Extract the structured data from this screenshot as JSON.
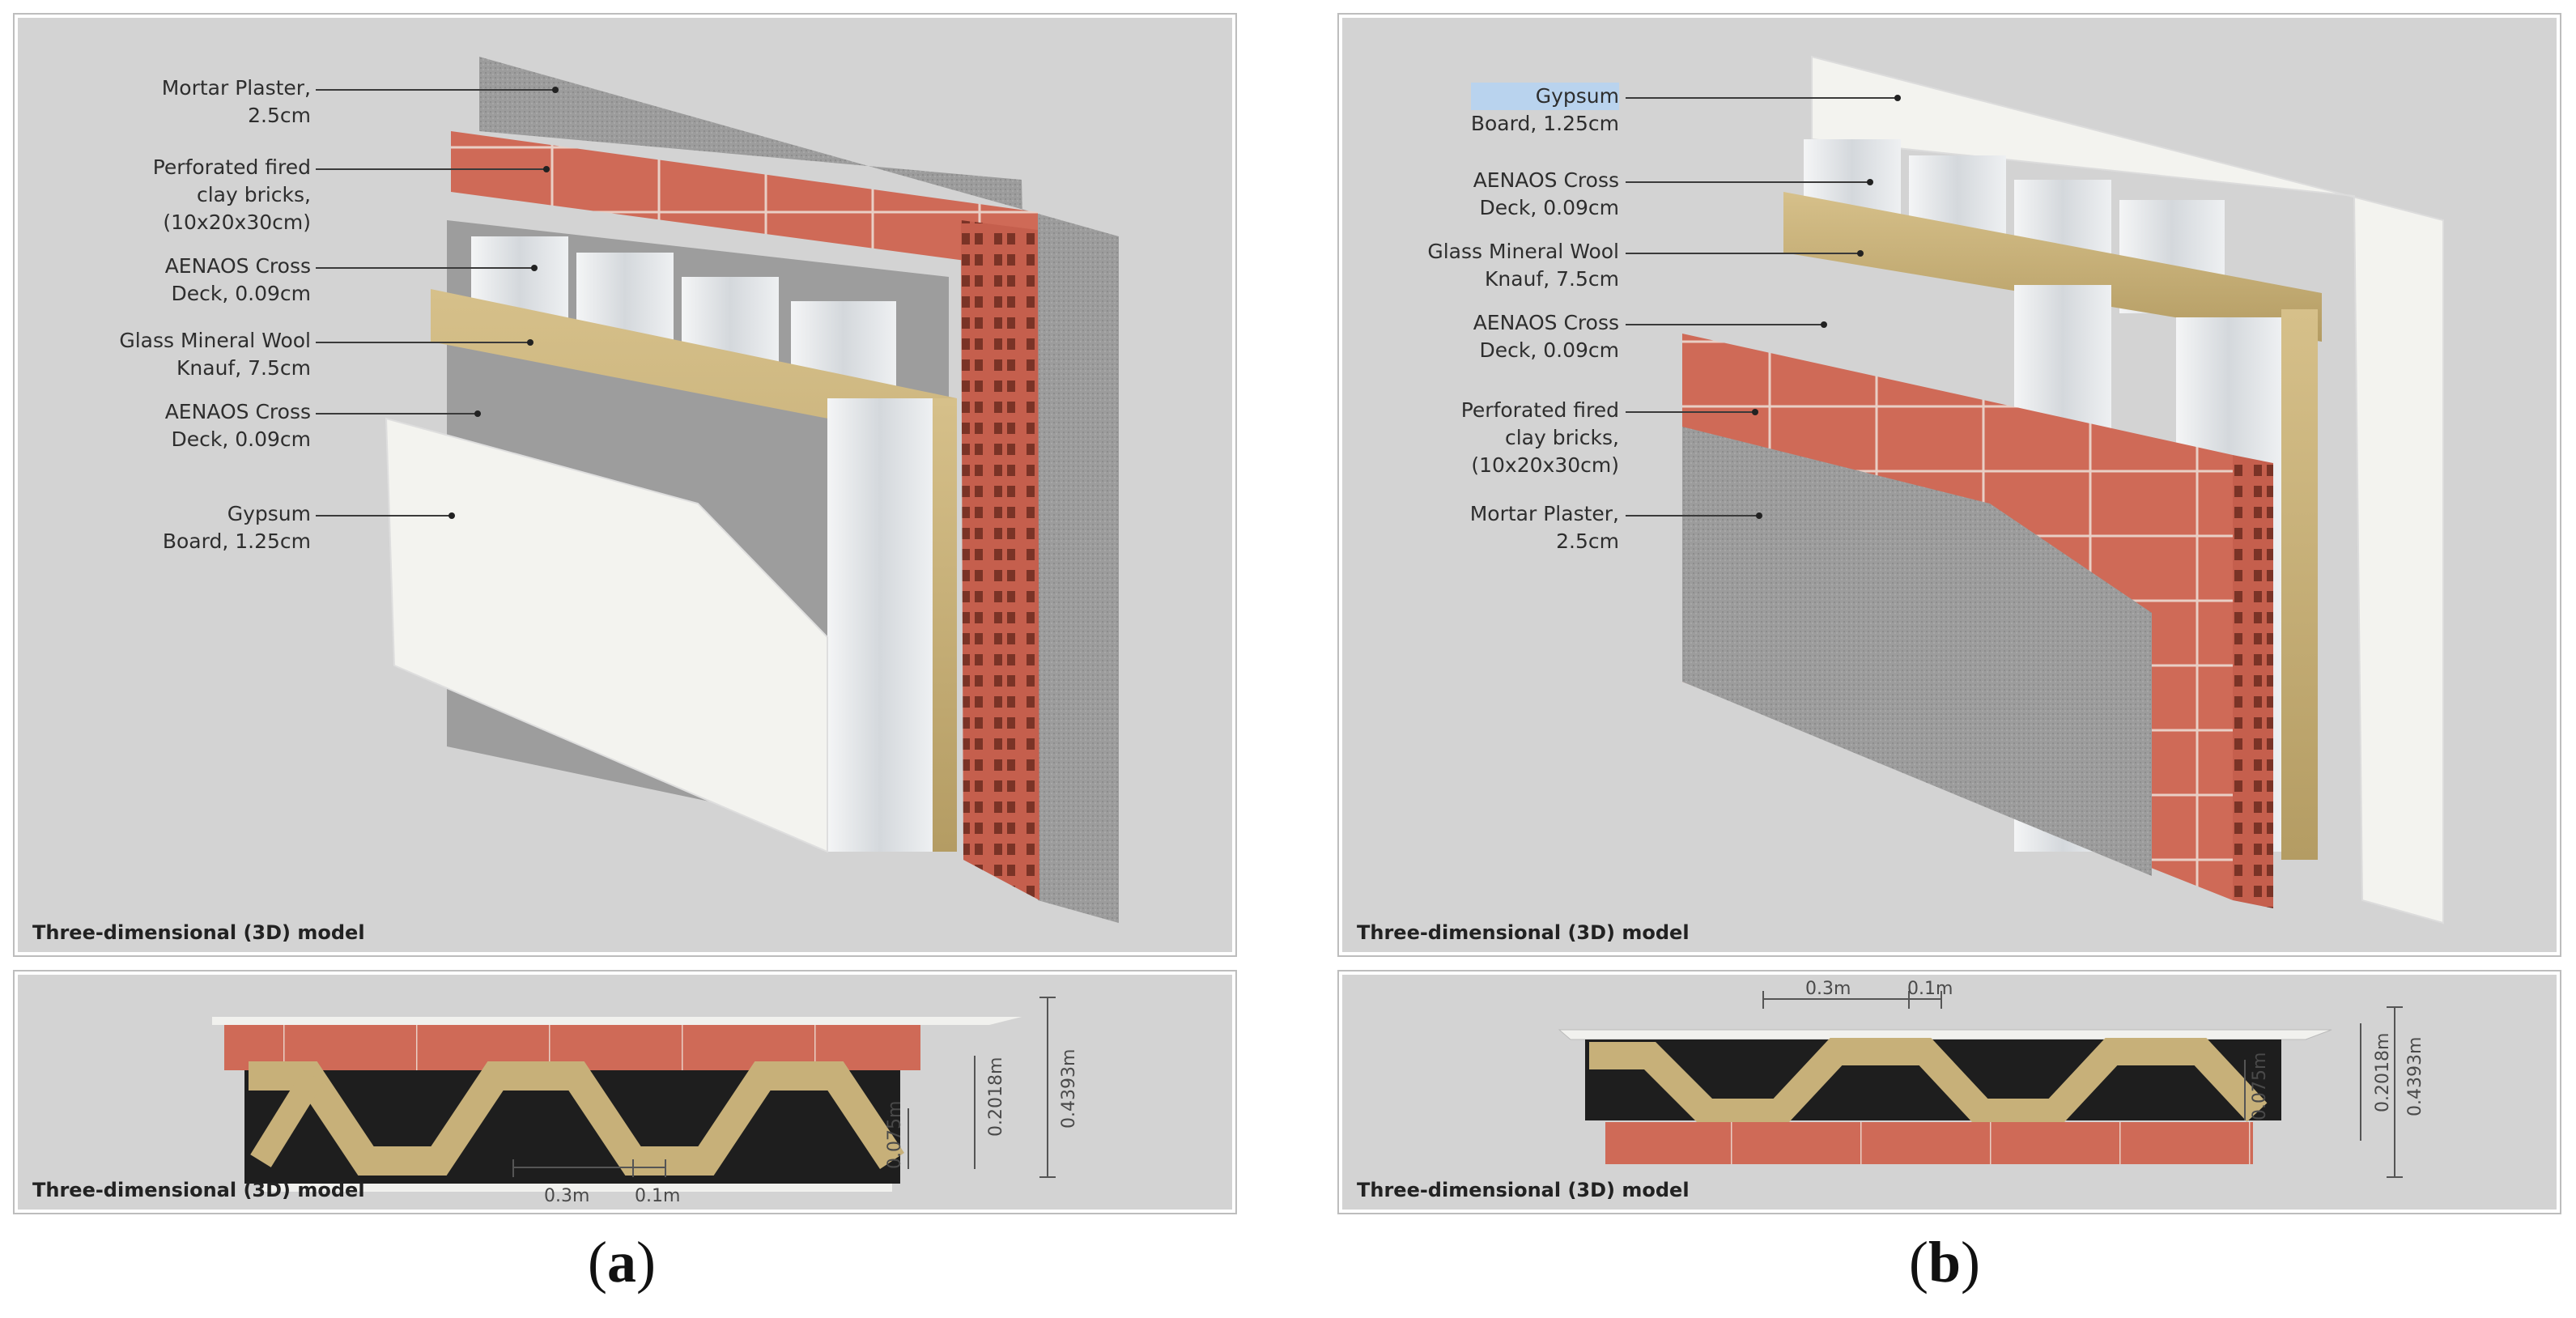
{
  "panel_a": {
    "labels": [
      {
        "line1": "Mortar Plaster,",
        "line2": "2.5cm"
      },
      {
        "line1": "Perforated fired",
        "line2": "clay bricks,",
        "line3": "(10x20x30cm)"
      },
      {
        "line1": "AENAOS Cross",
        "line2": "Deck, 0.09cm"
      },
      {
        "line1": "Glass Mineral Wool",
        "line2": "Knauf, 7.5cm"
      },
      {
        "line1": "AENAOS Cross",
        "line2": "Deck, 0.09cm"
      },
      {
        "line1": "Gypsum",
        "line2": "Board, 1.25cm"
      }
    ],
    "caption_top": "Three-dimensional (3D) model",
    "caption_bottom": "Three-dimensional (3D) model",
    "dims": {
      "d1": "0.3m",
      "d2": "0.1m",
      "d3": "0.075m",
      "d4": "0.2018m",
      "d5": "0.4393m"
    },
    "sublabel": "a"
  },
  "panel_b": {
    "labels": [
      {
        "line1": "Gypsum",
        "line2": "Board, 1.25cm"
      },
      {
        "line1": "AENAOS Cross",
        "line2": "Deck, 0.09cm"
      },
      {
        "line1": "Glass Mineral Wool",
        "line2": "Knauf, 7.5cm"
      },
      {
        "line1": "AENAOS Cross",
        "line2": "Deck, 0.09cm"
      },
      {
        "line1": "Perforated fired",
        "line2": "clay bricks,",
        "line3": "(10x20x30cm)"
      },
      {
        "line1": "Mortar Plaster,",
        "line2": "2.5cm"
      }
    ],
    "caption_top": "Three-dimensional (3D) model",
    "caption_bottom": "Three-dimensional (3D) model",
    "dims": {
      "d1": "0.3m",
      "d2": "0.1m",
      "d3": "0.075m",
      "d4": "0.2018m",
      "d5": "0.4393m"
    },
    "sublabel": "b"
  },
  "colors": {
    "panel_bg": "#d3d3d3",
    "brick": "#cf6a57",
    "mortar": "#9a9a9a",
    "gypsum": "#f2f2ef",
    "wool": "#c9b27a",
    "steel": "#e6e9ec"
  }
}
